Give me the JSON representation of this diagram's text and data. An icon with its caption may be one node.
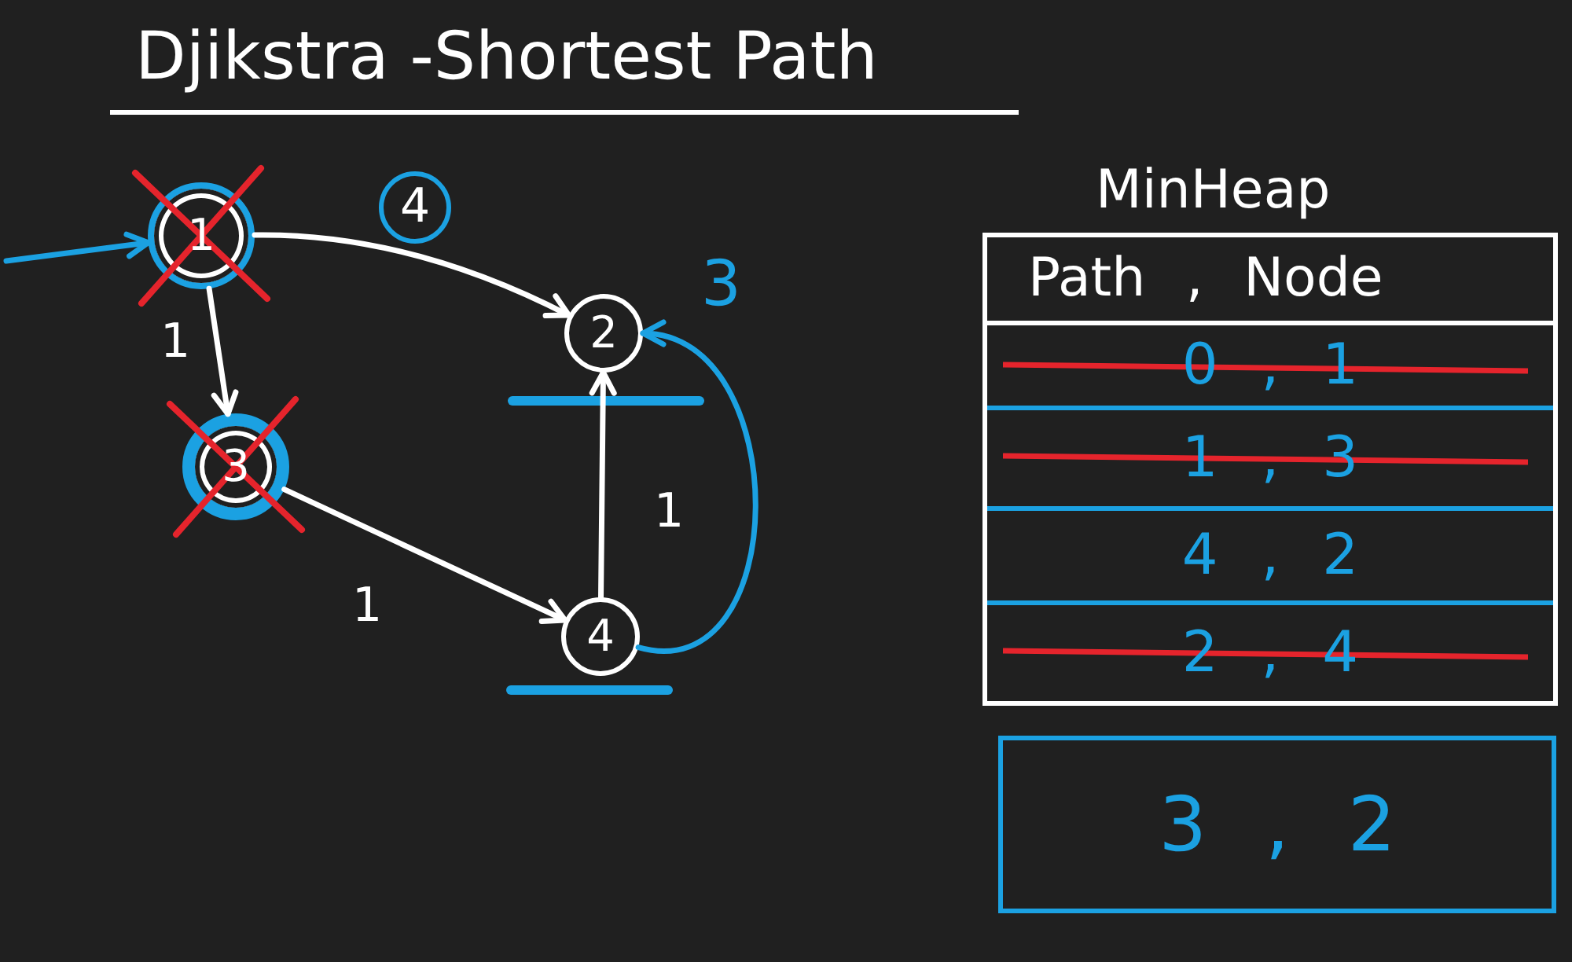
{
  "diagram": {
    "title": "Djikstra -Shortest Path",
    "nodes": [
      {
        "text": [
          "1"
        ]
      },
      {
        "text": [
          "2"
        ],
        "beside": [
          "3"
        ]
      },
      {
        "text": [
          "3"
        ]
      },
      {
        "text": [
          "4"
        ]
      },
      {
        "text": [
          "MinHeap"
        ]
      },
      {
        "text": [
          "Path , Node"
        ],
        "in": 4
      },
      {
        "text": [
          "0 , 1"
        ],
        "in": 4
      },
      {
        "text": [
          "1 , 3"
        ],
        "in": 4
      },
      {
        "text": [
          "4 , 2"
        ],
        "in": 4
      },
      {
        "text": [
          "2 , 4"
        ],
        "in": 4
      },
      {
        "text": [
          "3 , 2"
        ],
        "in": 4
      }
    ],
    "edges": [
      {
        "from": null,
        "to": 0,
        "arrow": "to",
        "color": "#1ba1e2"
      },
      {
        "from": 0,
        "to": 1,
        "arrow": "to",
        "label": "4"
      },
      {
        "from": 0,
        "to": 2,
        "arrow": "to",
        "label": "1"
      },
      {
        "from": 2,
        "to": 3,
        "arrow": "to",
        "label": "1"
      },
      {
        "from": 3,
        "to": 1,
        "arrow": "to",
        "label": "1"
      },
      {
        "from": 3,
        "to": 1,
        "arrow": "to",
        "color": "#1ba1e2"
      }
    ]
  }
}
